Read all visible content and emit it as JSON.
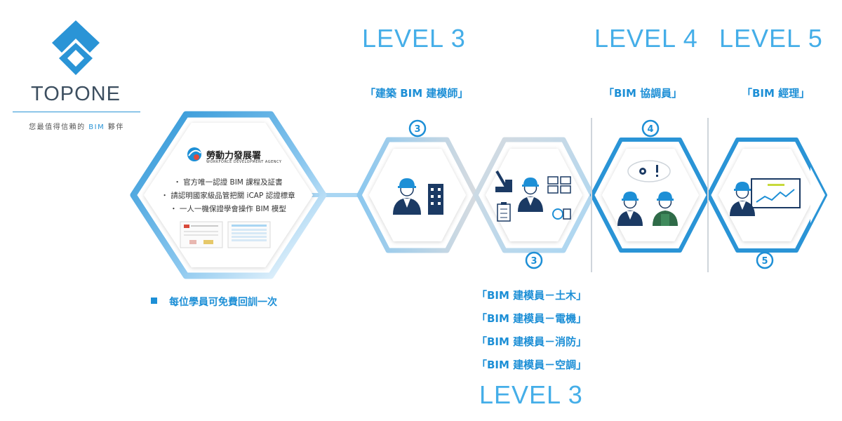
{
  "brand": {
    "name": "TOPONE",
    "tagline": "您最值得信賴的",
    "tagline_bim": "BIM",
    "tagline_end": "夥伴"
  },
  "agency": {
    "name": "勞動力發展署",
    "name_en": "WORKFORCE DEVELOPMENT AGENCY"
  },
  "card": {
    "bullets": [
      "・ 官方唯一認證 BIM 課程及証書",
      "・ 請認明國家級品管把關 iCAP 認證標章",
      "・ 一人一機保證學會操作 BIM 模型"
    ]
  },
  "note": "每位學員可免費回訓一次",
  "levels": {
    "l3_top": "LEVEL 3",
    "l4": "LEVEL 4",
    "l5": "LEVEL 5",
    "l3_bottom": "LEVEL 3"
  },
  "roles": {
    "architect": "「建築 BIM 建模師」",
    "coordinator": "「BIM 協調員」",
    "manager": "「BIM 經理」"
  },
  "modelers": [
    "「BIM 建模員－土木」",
    "「BIM 建模員－電機」",
    "「BIM 建模員－消防」",
    "「BIM 建模員－空調」"
  ],
  "badges": {
    "b1": "3",
    "b2": "3",
    "b3": "4",
    "b4": "5"
  },
  "colors": {
    "primary": "#1d8fd6",
    "light": "#45aee8",
    "grey": "#cfd5db",
    "navy": "#1b3a64"
  }
}
